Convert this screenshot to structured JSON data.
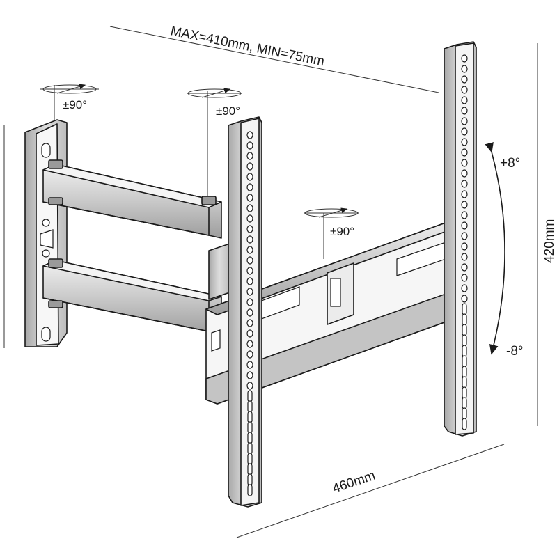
{
  "dimensions": {
    "vesa": "MAX=410mm, MIN=75mm",
    "height": "420mm",
    "width": "460mm"
  },
  "rotations": {
    "wall_joint": "±90°",
    "middle_joint": "±90°",
    "plate_joint": "±90°"
  },
  "tilt": {
    "up": "+8°",
    "down": "-8°"
  },
  "colors": {
    "line": "#1a1a1a",
    "background": "#ffffff",
    "shade": "#bdbdbd",
    "light_shade": "#e6e6e6"
  }
}
